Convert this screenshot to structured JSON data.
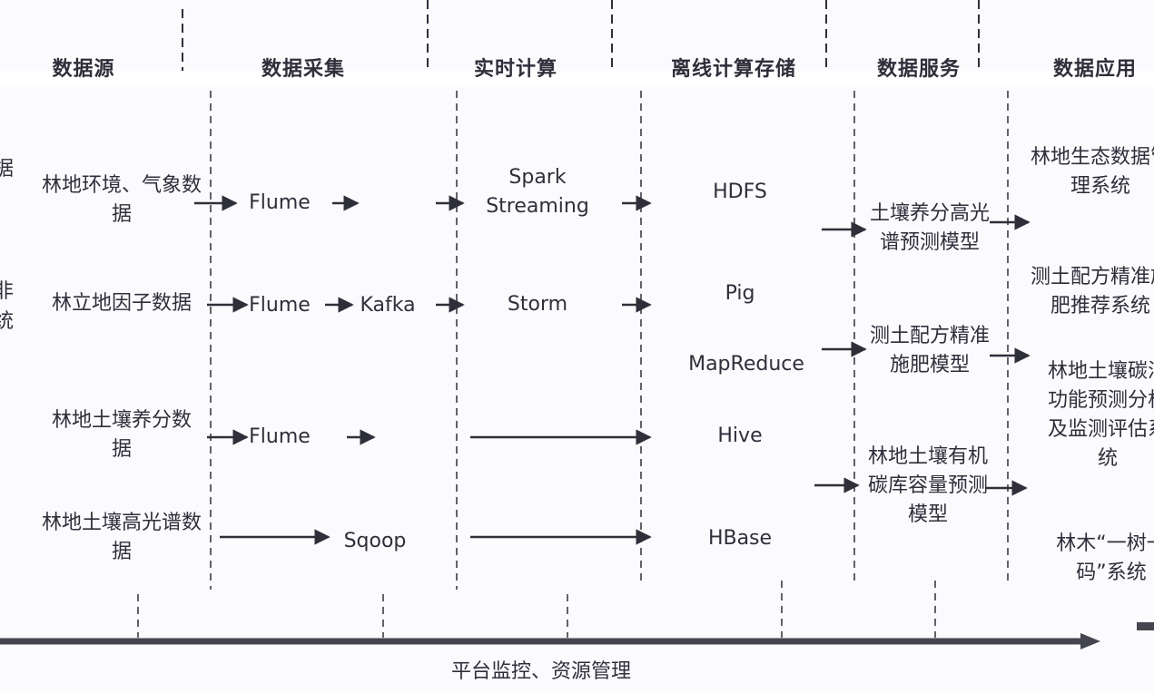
{
  "headers": [
    "数据源",
    "数据采集",
    "实时计算",
    "离线计算存储",
    "数据服务",
    "数据应用"
  ],
  "sources": [
    "林地环境、气象数据",
    "林立地因子数据",
    "林地土壤养分数据",
    "林地土壤高光谱数据"
  ],
  "collection": [
    "Flume",
    "Flume",
    "Kafka",
    "Flume",
    "Sqoop"
  ],
  "realtime": [
    "Spark Streaming",
    "Storm"
  ],
  "offline": [
    "HDFS",
    "Pig",
    "MapReduce",
    "Hive",
    "HBase"
  ],
  "services": [
    "土壤养分高光谱预测模型",
    "测土配方精准施肥模型",
    "林地土壤有机碳库容量预测模型"
  ],
  "applications": [
    "林地生态数据管理系统",
    "测土配方精准施肥推荐系统",
    "林地土壤碳汇功能预测分析及监测评估系统",
    "林木“一树一码”系统"
  ],
  "left_edge": [
    "据",
    "非",
    "统"
  ],
  "footer": "平台监控、资源管理",
  "colors": {
    "line": "#2f2f3a",
    "background": "#fbfafd"
  }
}
